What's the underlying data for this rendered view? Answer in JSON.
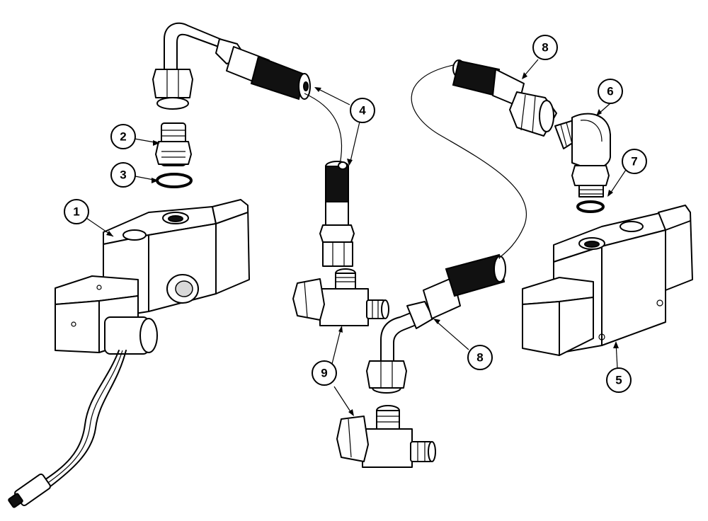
{
  "callouts": [
    {
      "label": "1"
    },
    {
      "label": "2"
    },
    {
      "label": "3"
    },
    {
      "label": "4"
    },
    {
      "label": "5"
    },
    {
      "label": "6"
    },
    {
      "label": "7"
    },
    {
      "label": "8"
    },
    {
      "label": "8"
    },
    {
      "label": "9"
    }
  ]
}
